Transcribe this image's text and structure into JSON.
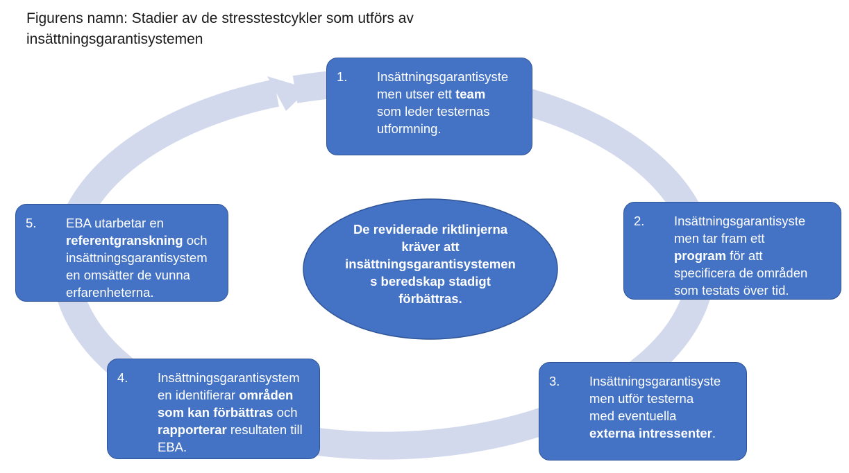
{
  "caption": {
    "line1": "Figurens namn: Stadier av de stresstestcykler som utförs av",
    "line2": "insättningsgarantisystemen"
  },
  "center": {
    "line1": "De reviderade riktlinjerna",
    "line2": "kräver att",
    "line3": "insättningsgarantisystemen",
    "line4": "s beredskap stadigt",
    "line5": "förbättras."
  },
  "stages": [
    {
      "number": "1.",
      "l1": "Insättningsgarantisyste",
      "l2a": "men utser ett ",
      "l2b": "team",
      "l3": "som leder testernas",
      "l4": "utformning."
    },
    {
      "number": "2.",
      "l1": "Insättningsgarantisyste",
      "l2": "men tar fram ett",
      "l3a": "program",
      "l3b": " för att",
      "l4": "specificera de områden",
      "l5": "som testats över tid."
    },
    {
      "number": "3.",
      "l1": "Insättningsgarantisyste",
      "l2": "men utför testerna",
      "l3": "med eventuella",
      "l4a": "externa intressenter",
      "l4b": "."
    },
    {
      "number": "4.",
      "l1": "Insättningsgarantisystem",
      "l2a": "en identifierar ",
      "l2b": "områden",
      "l3a": "som kan förbättras",
      "l3b": " och",
      "l4a": "rapporterar",
      "l4b": " resultaten till",
      "l5": "EBA."
    },
    {
      "number": "5.",
      "l1": "EBA utarbetar en",
      "l2a": "referentgranskning",
      "l2b": " och",
      "l3": "insättningsgarantisystem",
      "l4": "en omsätter de vunna",
      "l5": "erfarenheterna."
    }
  ],
  "colors": {
    "box_fill": "#4472c4",
    "box_border": "#2f5597",
    "ring_arrow": "#d3d9ec",
    "text_light": "#ffffff"
  }
}
